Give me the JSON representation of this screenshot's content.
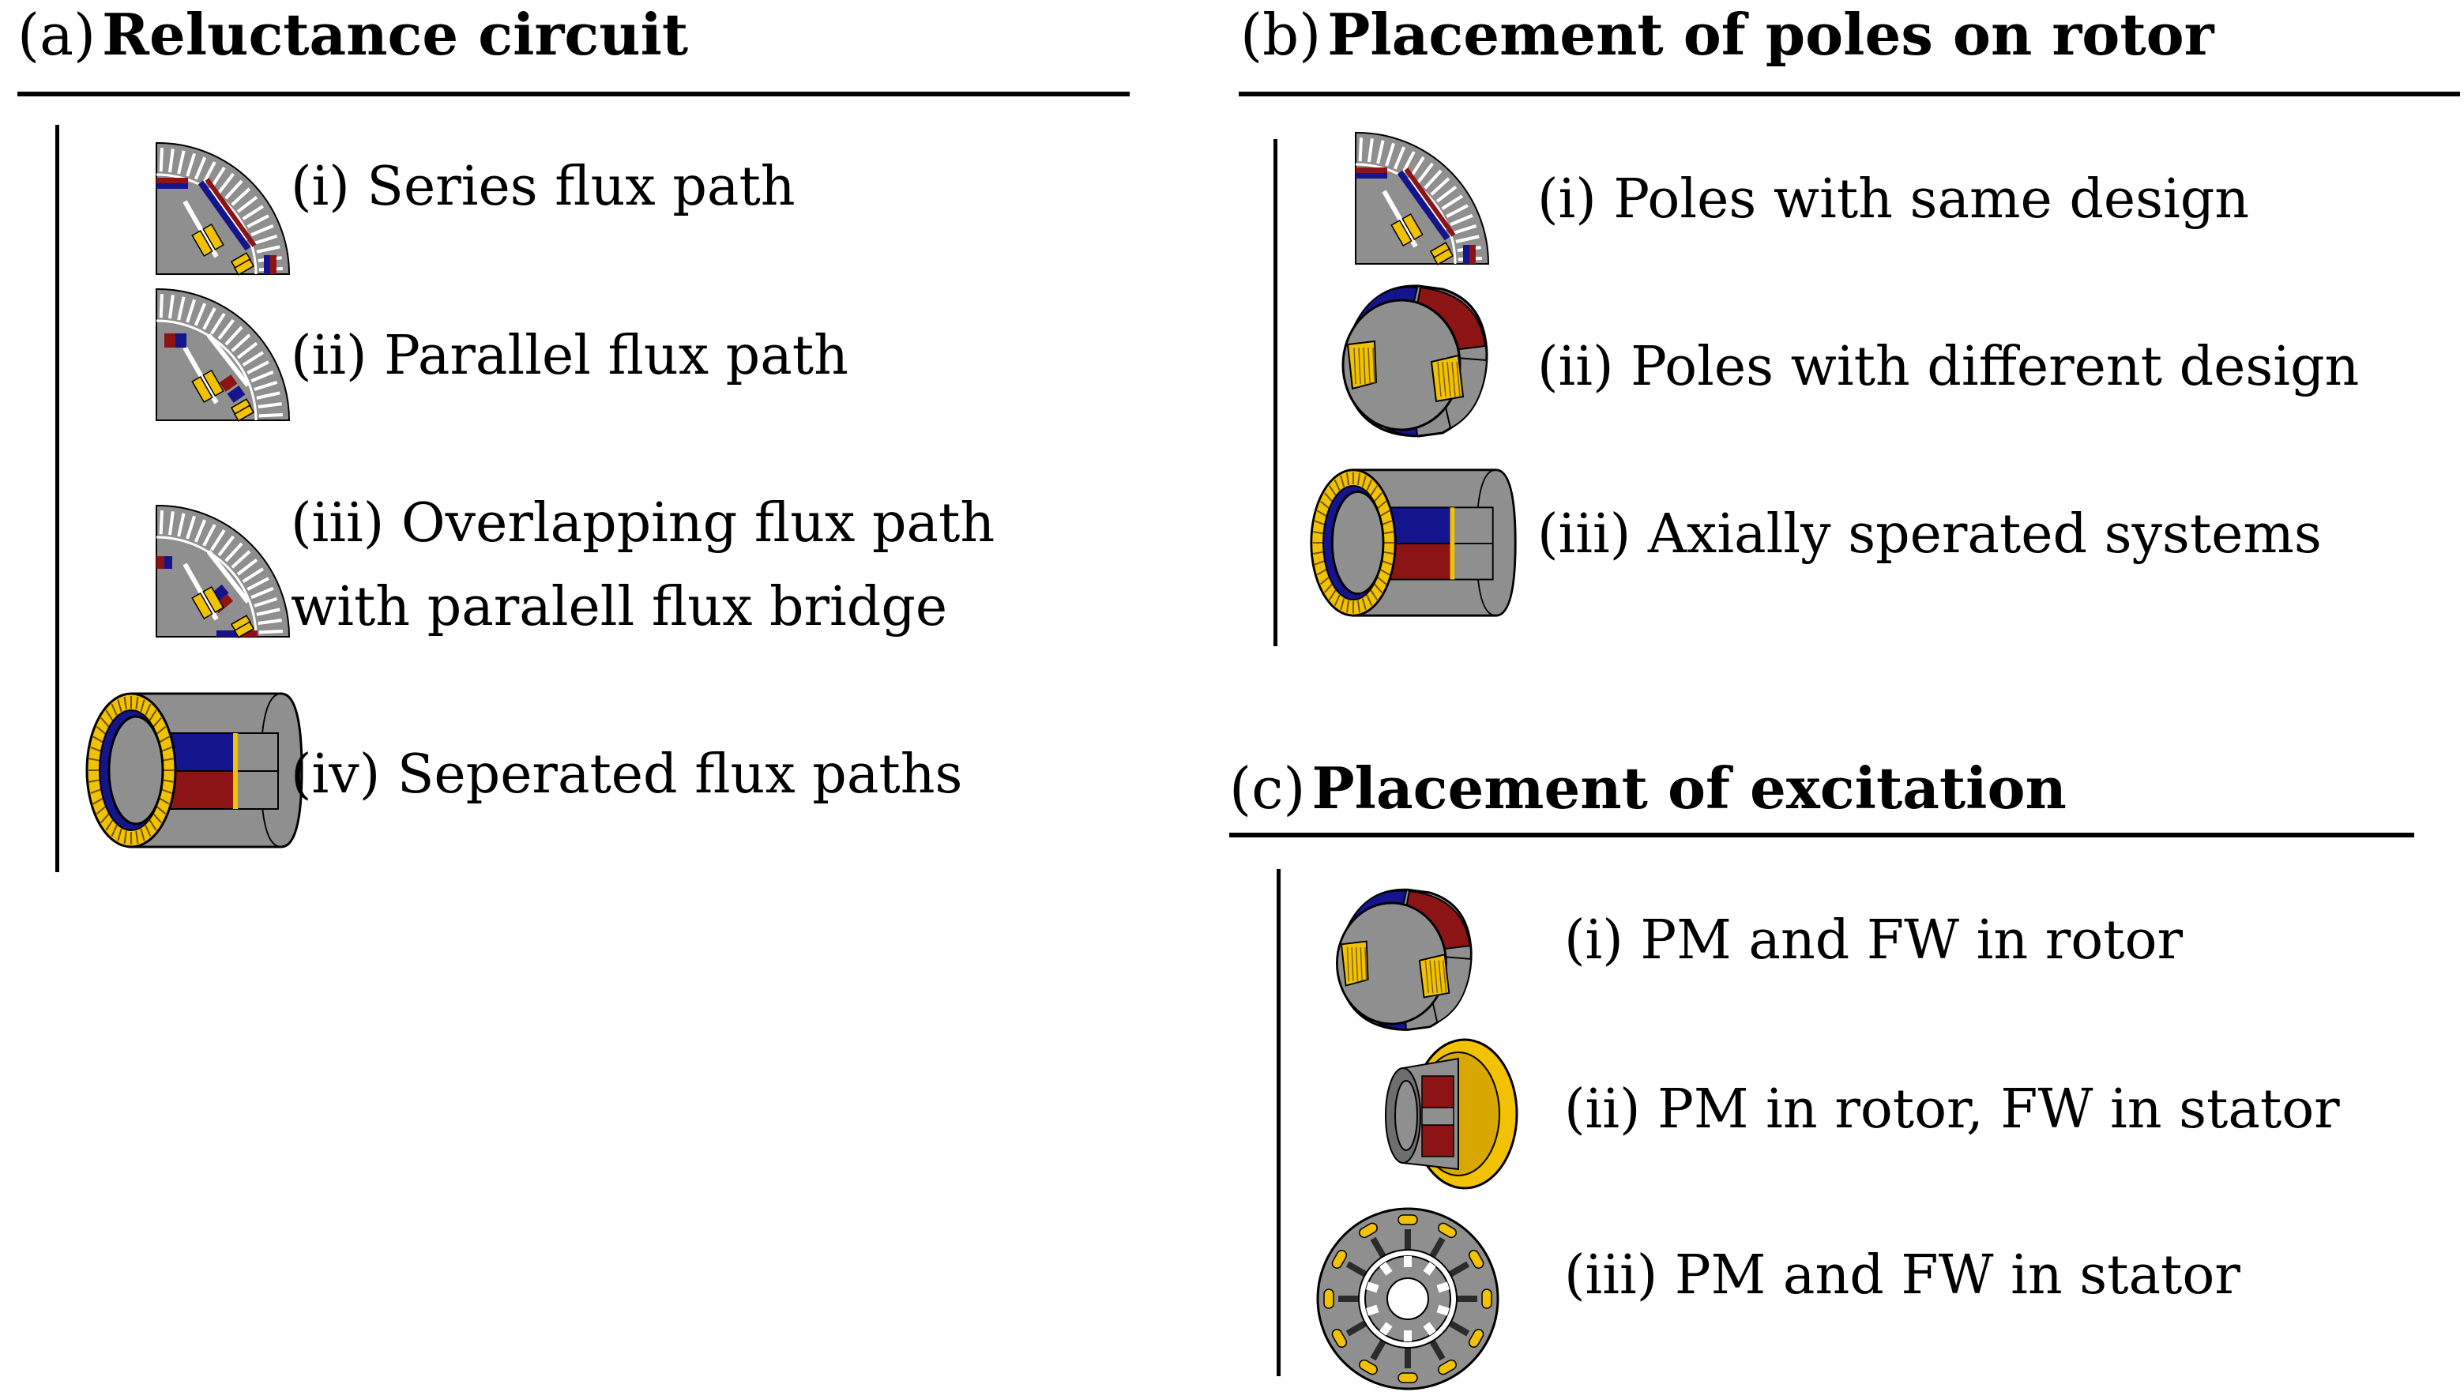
{
  "colors": {
    "steel": "#8f8f8f",
    "steel_dark": "#6e6e6e",
    "blue": "#14148c",
    "red": "#8c1414",
    "yellow": "#f2c200",
    "outline": "#000000"
  },
  "sections": {
    "a": {
      "tag": "(a)",
      "title": "Reluctance circuit",
      "items": [
        {
          "icon": "quarter-section-icon",
          "label": "(i) Series flux path"
        },
        {
          "icon": "quarter-section-icon",
          "label": "(ii) Parallel flux path"
        },
        {
          "icon": "quarter-section-icon",
          "label_line1": "(iii) Overlapping flux path",
          "label_line2": "with paralell flux bridge"
        },
        {
          "icon": "axial-cylinder-icon",
          "label": "(iv) Seperated flux paths"
        }
      ]
    },
    "b": {
      "tag": "(b)",
      "title": "Placement of poles on rotor",
      "items": [
        {
          "icon": "quarter-section-icon",
          "label": "(i) Poles with same design"
        },
        {
          "icon": "rotor-poles-icon",
          "label": "(ii) Poles with different design"
        },
        {
          "icon": "axial-cylinder-icon",
          "label": "(iii) Axially sperated systems"
        }
      ]
    },
    "c": {
      "tag": "(c)",
      "title": "Placement of excitation",
      "items": [
        {
          "icon": "rotor-poles-icon",
          "label": "(i) PM and FW in rotor"
        },
        {
          "icon": "ring-winding-icon",
          "label": "(ii) PM in rotor, FW in stator"
        },
        {
          "icon": "stator-cross-section-icon",
          "label": "(iii) PM and FW in stator"
        }
      ]
    }
  }
}
